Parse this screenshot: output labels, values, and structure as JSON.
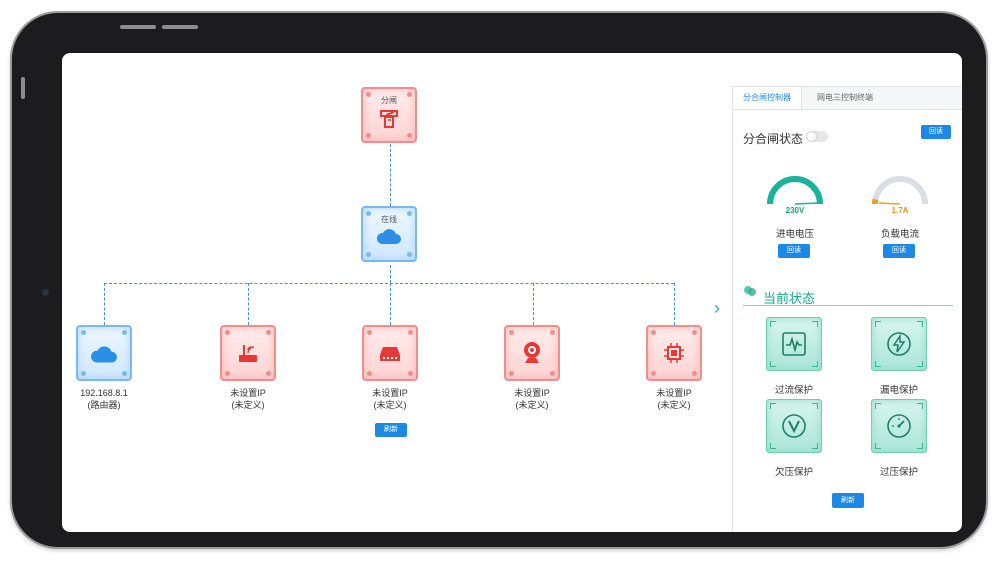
{
  "topology": {
    "top_device": {
      "label": "分闸",
      "icon": "breaker-icon"
    },
    "middle_device": {
      "label": "在线",
      "icon": "cloud-icon"
    },
    "children": [
      {
        "icon": "cloud-icon",
        "caption_line1": "192.168.8.1",
        "caption_line2": "(路由器)",
        "color": "blue"
      },
      {
        "icon": "router-icon",
        "caption_line1": "未设置IP",
        "caption_line2": "(未定义)",
        "color": "red"
      },
      {
        "icon": "switch-icon",
        "caption_line1": "未设置IP",
        "caption_line2": "(未定义)",
        "color": "red"
      },
      {
        "icon": "webcam-icon",
        "caption_line1": "未设置IP",
        "caption_line2": "(未定义)",
        "color": "red"
      },
      {
        "icon": "chip-icon",
        "caption_line1": "未设置IP",
        "caption_line2": "(未定义)",
        "color": "red"
      }
    ],
    "refresh_label": "刷新"
  },
  "panel": {
    "tabs": [
      "分合闸控制器",
      "网电三控制终端"
    ],
    "switch_state_label": "分合闸状态",
    "read_label": "回读",
    "gauges": [
      {
        "value": "230V",
        "name": "进电电压",
        "fill": 1.0,
        "color": "#19b39a",
        "read_label": "回读"
      },
      {
        "value": "1.7A",
        "name": "负载电流",
        "fill": 0.06,
        "color": "#f0a020",
        "read_label": "回读"
      }
    ],
    "current_state_title": "当前状态",
    "protections": [
      {
        "name": "过流保护",
        "icon": "waveform-icon"
      },
      {
        "name": "漏电保护",
        "icon": "lightning-icon"
      },
      {
        "name": "欠压保护",
        "icon": "v-letter-icon"
      },
      {
        "name": "过压保护",
        "icon": "gauge-icon"
      }
    ],
    "refresh_label": "刷新"
  },
  "colors": {
    "accent": "#1e88e5",
    "teal": "#16a78d",
    "red_border": "#f08e8e",
    "blue_border": "#7bb8ef"
  }
}
